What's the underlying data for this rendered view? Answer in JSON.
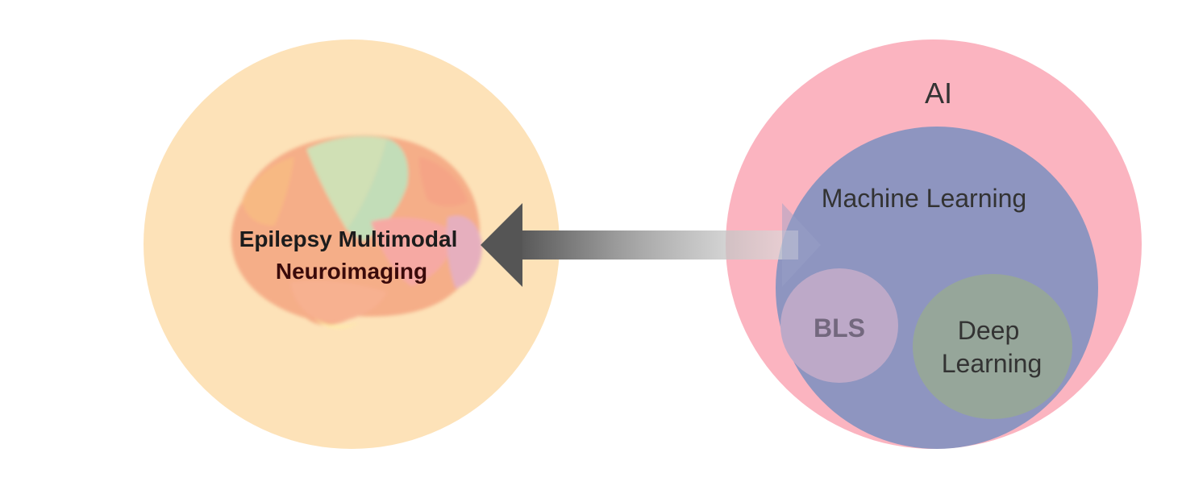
{
  "left_circle": {
    "label_line1": "Epilepsy Multimodal",
    "label_line2": "Neuroimaging",
    "fill": "#FDE2B8"
  },
  "arrow": {
    "direction": "left",
    "color_start": "#5A5A5A",
    "color_end": "#BEBEBE"
  },
  "ai_circle": {
    "label": "AI",
    "fill": "#FBB4C0"
  },
  "ml_circle": {
    "label": "Machine Learning",
    "fill": "#8E95C0"
  },
  "bls_circle": {
    "label": "BLS",
    "fill": "#BDA9C8"
  },
  "dl_circle": {
    "label_line1": "Deep",
    "label_line2": "Learning",
    "fill": "#96A69A"
  },
  "icons": [
    "brain-icon",
    "arrow-left-icon"
  ]
}
